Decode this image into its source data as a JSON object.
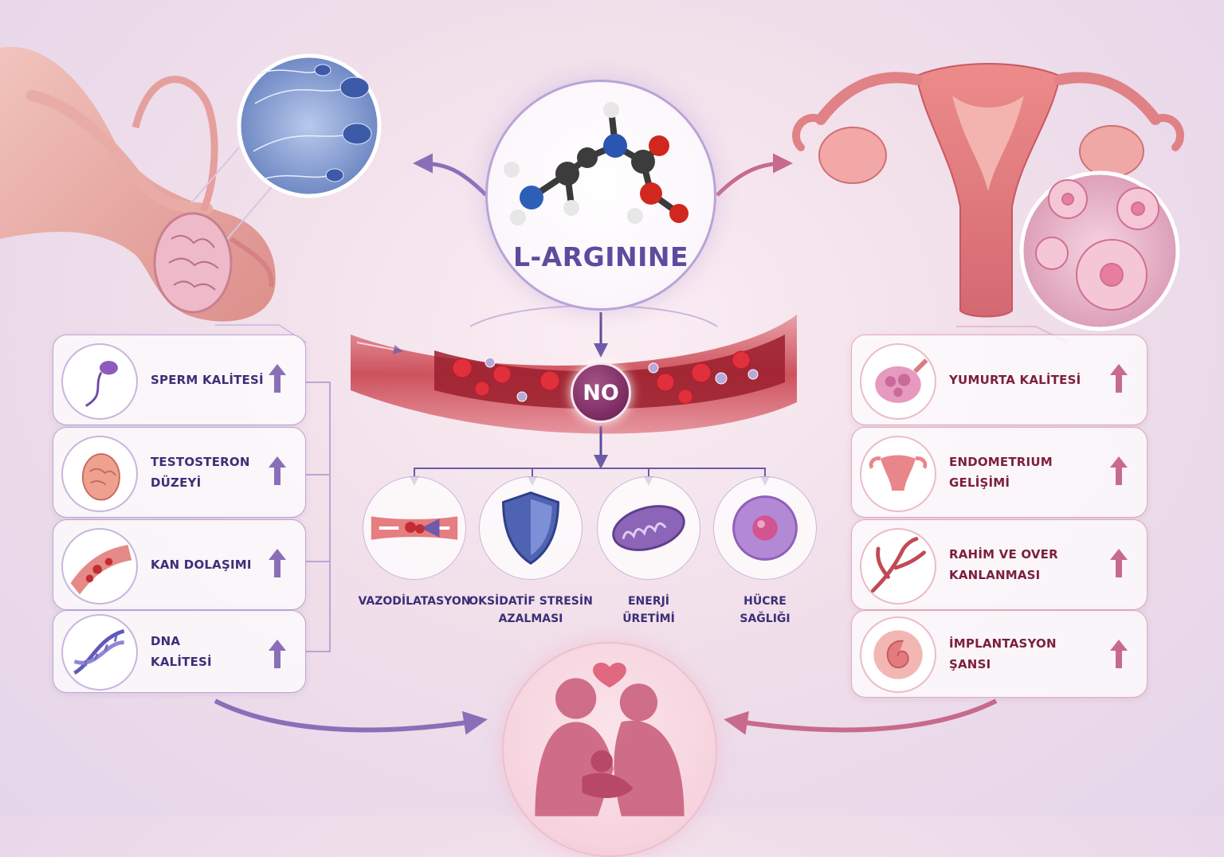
{
  "center": {
    "title": "L-ARGININE",
    "molecule_icon": "molecule-icon"
  },
  "no_badge": "NO",
  "male_benefits": [
    {
      "lines": [
        "SPERM KALİTESİ"
      ],
      "icon": "sperm-icon"
    },
    {
      "lines": [
        "TESTOSTERON",
        "DÜZEYİ"
      ],
      "icon": "testis-icon"
    },
    {
      "lines": [
        "KAN DOLAŞIMI"
      ],
      "icon": "blood-vessel-icon"
    },
    {
      "lines": [
        "DNA",
        "KALİTESİ"
      ],
      "icon": "dna-icon"
    }
  ],
  "female_benefits": [
    {
      "lines": [
        "YUMURTA KALİTESİ"
      ],
      "icon": "ovary-icon"
    },
    {
      "lines": [
        "ENDOMETRIUM",
        "GELİŞİMİ"
      ],
      "icon": "uterus-icon"
    },
    {
      "lines": [
        "RAHİM VE OVER",
        "KANLANMASI"
      ],
      "icon": "vessel-branch-icon"
    },
    {
      "lines": [
        "İMPLANTASYON",
        "ŞANSI"
      ],
      "icon": "embryo-icon"
    }
  ],
  "effects": [
    {
      "lines": [
        "VAZODİLATASYON"
      ],
      "icon": "vasodilation-icon"
    },
    {
      "lines": [
        "OKSİDATİF STRESİN",
        "AZALMASI"
      ],
      "icon": "shield-icon"
    },
    {
      "lines": [
        "ENERJİ",
        "ÜRETİMİ"
      ],
      "icon": "mitochondria-icon"
    },
    {
      "lines": [
        "HÜCRE",
        "SAĞLIĞI"
      ],
      "icon": "cell-icon"
    }
  ],
  "colors": {
    "male_text": "#3b2f78",
    "female_text": "#7c1f3d",
    "male_arrow": "#8a6fb8",
    "female_arrow": "#c86a8c",
    "accent_purple": "#5c4b9e",
    "no_badge": "#7a2a5f"
  }
}
